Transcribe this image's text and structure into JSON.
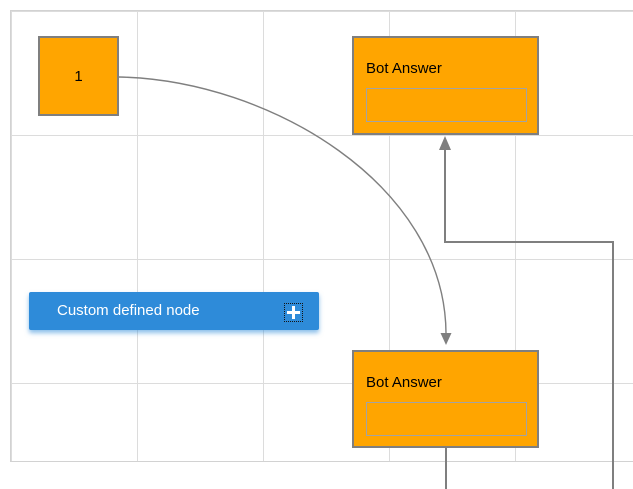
{
  "nodes": {
    "start": {
      "label": "1"
    },
    "bot_answer_top": {
      "title": "Bot Answer",
      "field_value": ""
    },
    "bot_answer_bottom": {
      "title": "Bot Answer",
      "field_value": ""
    },
    "custom": {
      "label": "Custom defined node",
      "add_button_glyph": "plus"
    }
  },
  "connectors": [
    {
      "name": "curved-connector",
      "from": "start",
      "to": "bot_answer_bottom",
      "style": "bezier",
      "arrow": "down"
    },
    {
      "name": "orthogonal-connector",
      "from": "bot_answer_bottom",
      "to": "bot_answer_top",
      "style": "orthogonal",
      "arrow": "up"
    }
  ],
  "icons": {
    "add": "plus-icon",
    "arrow_up": "arrowhead-up-icon",
    "arrow_down": "arrowhead-down-icon"
  },
  "colors": {
    "node_fill": "#FFA500",
    "node_border": "#7F7F7F",
    "field_border": "#A3A3A3",
    "custom_node_fill": "#2E8BD9",
    "custom_node_text": "#FFFFFF",
    "connector": "#7F7F7F",
    "grid_line": "#DCDCDC",
    "canvas_border": "#D2D2D2",
    "node_text": "#000000"
  }
}
